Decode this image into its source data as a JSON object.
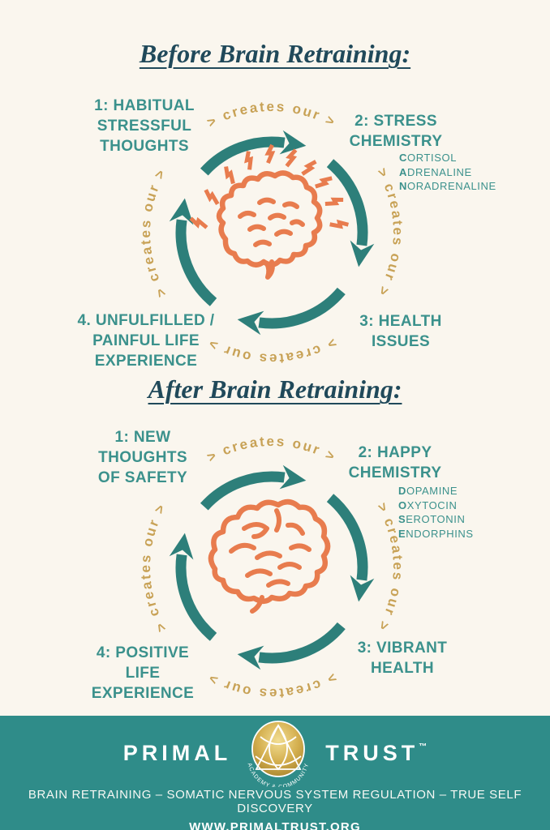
{
  "colors": {
    "background": "#FAF6EE",
    "title_navy": "#20495A",
    "label_teal": "#3B918C",
    "arrow_teal": "#2D7F7A",
    "gold": "#C8A256",
    "brain_orange": "#E87C4E",
    "footer_teal": "#2F8C89",
    "footer_text": "#FFFFFF"
  },
  "before": {
    "title": "Before Brain Retraining:",
    "cycle_text": "> creates our >",
    "node1": "1: HABITUAL\nSTRESSFUL\nTHOUGHTS",
    "node2": "2: STRESS\nCHEMISTRY",
    "node2_chems": [
      {
        "initial": "C",
        "rest": "ORTISOL"
      },
      {
        "initial": "A",
        "rest": "DRENALINE"
      },
      {
        "initial": "N",
        "rest": "ORADRENALINE"
      }
    ],
    "node3": "3: HEALTH\nISSUES",
    "node4": "4. UNFULFILLED /\nPAINFUL LIFE\nEXPERIENCE"
  },
  "after": {
    "title": "After Brain Retraining:",
    "cycle_text": "> creates our >",
    "node1": "1: NEW\nTHOUGHTS\nOF SAFETY",
    "node2": "2: HAPPY\nCHEMISTRY",
    "node2_chems": [
      {
        "initial": "D",
        "rest": "OPAMINE"
      },
      {
        "initial": "O",
        "rest": "XYTOCIN"
      },
      {
        "initial": "S",
        "rest": "EROTONIN"
      },
      {
        "initial": "E",
        "rest": "NDORPHINS"
      }
    ],
    "node3": "3: VIBRANT\nHEALTH",
    "node4": "4: POSITIVE\nLIFE\nEXPERIENCE"
  },
  "footer": {
    "brand_left": "PRIMAL",
    "brand_right": "TRUST",
    "trademark": "™",
    "emblem_text": "ACADEMY & COMMUNITY",
    "tagline": "BRAIN RETRAINING – SOMATIC NERVOUS SYSTEM REGULATION – TRUE SELF DISCOVERY",
    "website": "WWW.PRIMALTRUST.ORG"
  }
}
